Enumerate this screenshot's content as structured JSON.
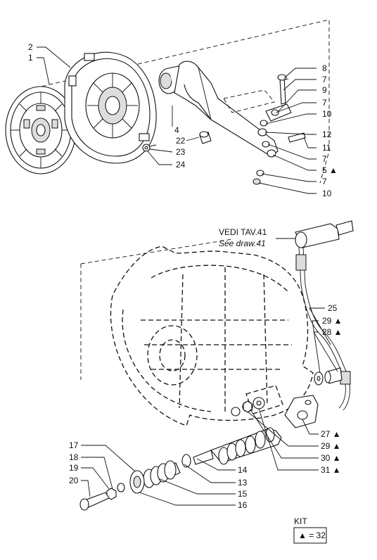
{
  "callouts": [
    {
      "id": "c2",
      "text": "2"
    },
    {
      "id": "c1",
      "text": "1"
    },
    {
      "id": "c8",
      "text": "8"
    },
    {
      "id": "c7a",
      "text": "7"
    },
    {
      "id": "c9",
      "text": "9"
    },
    {
      "id": "c7b",
      "text": "7"
    },
    {
      "id": "c10a",
      "text": "10"
    },
    {
      "id": "c4",
      "text": "4"
    },
    {
      "id": "c12",
      "text": "12"
    },
    {
      "id": "c22",
      "text": "22"
    },
    {
      "id": "c11",
      "text": "11"
    },
    {
      "id": "c23",
      "text": "23"
    },
    {
      "id": "c7c",
      "text": "7"
    },
    {
      "id": "c24",
      "text": "24"
    },
    {
      "id": "c5",
      "text": "5 ▲"
    },
    {
      "id": "c7d",
      "text": "7"
    },
    {
      "id": "c10b",
      "text": "10"
    },
    {
      "id": "c25",
      "text": "25"
    },
    {
      "id": "c29a",
      "text": "29 ▲"
    },
    {
      "id": "c28",
      "text": "28 ▲"
    },
    {
      "id": "c27",
      "text": "27 ▲"
    },
    {
      "id": "c29b",
      "text": "29 ▲"
    },
    {
      "id": "c30",
      "text": "30 ▲"
    },
    {
      "id": "c31",
      "text": "31 ▲"
    },
    {
      "id": "c17",
      "text": "17"
    },
    {
      "id": "c18",
      "text": "18"
    },
    {
      "id": "c14",
      "text": "14"
    },
    {
      "id": "c19",
      "text": "19"
    },
    {
      "id": "c13",
      "text": "13"
    },
    {
      "id": "c20",
      "text": "20"
    },
    {
      "id": "c15",
      "text": "15"
    },
    {
      "id": "c16",
      "text": "16"
    }
  ],
  "reference": {
    "line1": "VEDI TAV.41",
    "line2": "See draw.41"
  },
  "kit": {
    "title": "KIT",
    "text": "▲ = 32"
  }
}
